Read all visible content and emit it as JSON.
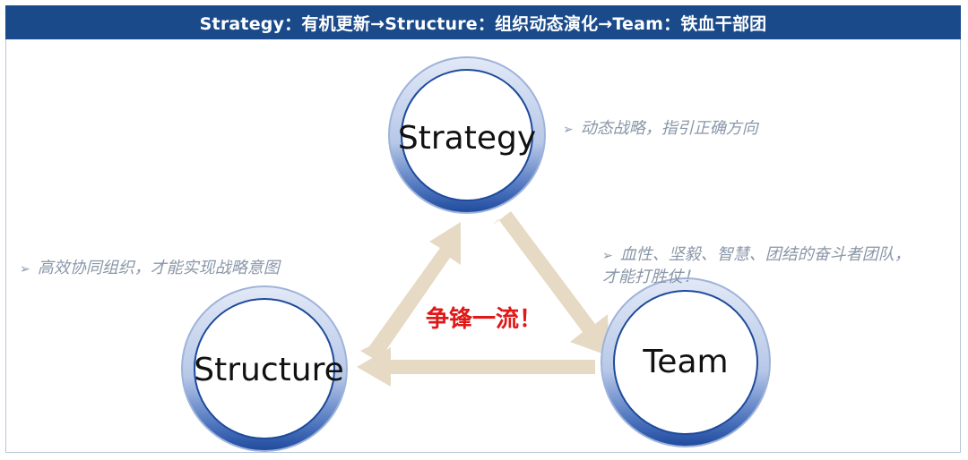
{
  "title": "Strategy：有机更新→Structure：组织动态演化→Team：铁血干部团",
  "nodes": {
    "strategy": "Strategy",
    "structure": "Structure",
    "team": "Team"
  },
  "notes": {
    "strategy": "动态战略，指引正确方向",
    "structure": "高效协同组织，才能实现战略意图",
    "team_line1": "血性、坚毅、智慧、团结的奋斗者团队，",
    "team_line2": "才能打胜仗！"
  },
  "bullet_glyph": "➢",
  "center_slogan": "争锋一流！",
  "colors": {
    "title_bar": "#1a4a8a",
    "ring_outer": "#2c57a8",
    "ring_light": "#c9d6ef",
    "arrow": "#e6dac4",
    "slogan": "#e01818",
    "note_text": "#8a97a8"
  }
}
